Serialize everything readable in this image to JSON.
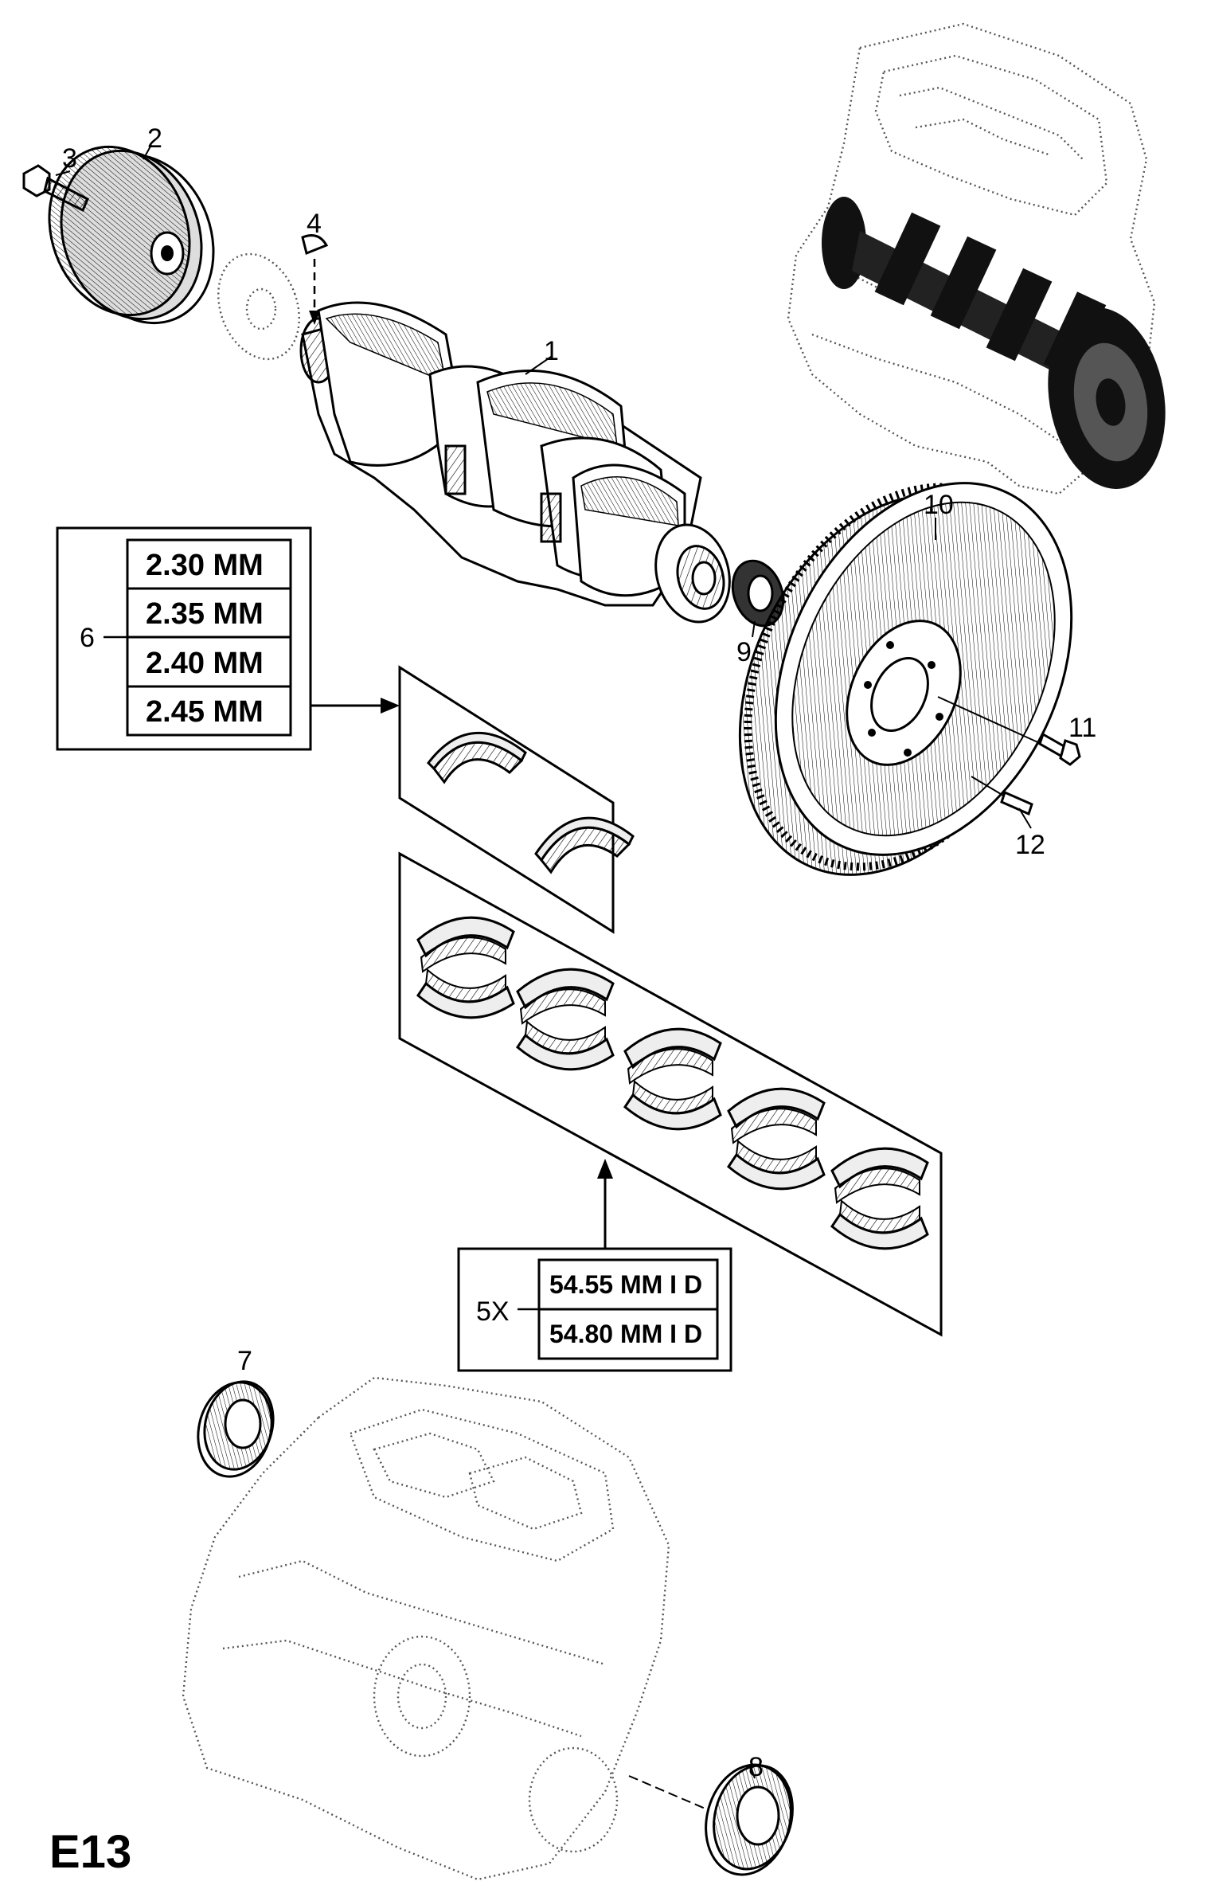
{
  "diagram_code": "E13",
  "callouts": {
    "c1": "1",
    "c2": "2",
    "c3": "3",
    "c4": "4",
    "c5": "5X",
    "c6": "6",
    "c7": "7",
    "c8": "8",
    "c9": "9",
    "c10": "10",
    "c11": "11",
    "c12": "12"
  },
  "thrust_washer_sizes": [
    "2.30 MM",
    "2.35 MM",
    "2.40 MM",
    "2.45 MM"
  ],
  "main_bearing_sizes": [
    "54.55 MM I D",
    "54.80 MM I D"
  ]
}
